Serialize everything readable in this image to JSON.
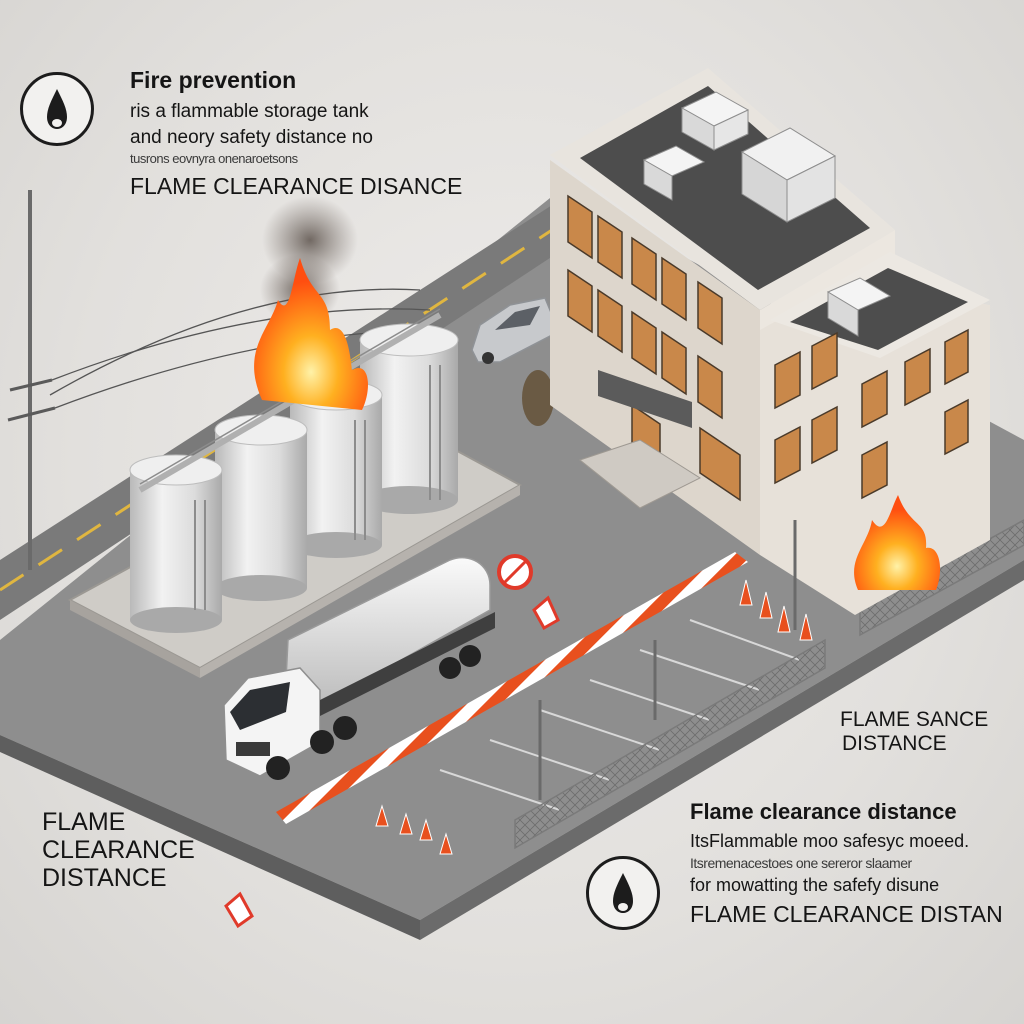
{
  "top_left": {
    "title": "Fire prevention",
    "line1": "ris a flammable storage tank",
    "line2": "and neory safety distance no",
    "line3": "tusrons eovnyra onenaroetsons",
    "heading": "FLAME CLEARANCE DISANCE",
    "badge_icon": "flame-icon"
  },
  "mid_right": {
    "line1": "FLAME SANCE",
    "line2": "DISTANCE"
  },
  "bottom_left": {
    "line1": "FLAME",
    "line2": "CLEARANCE",
    "line3": "DISTANCE"
  },
  "bottom_right": {
    "title": "Flame clearance distance",
    "line1": "ItsFlammable moo safesyc moeed.",
    "line2": "Itsremenacestoes one sereror slaamer",
    "line3": "for mowatting the safefy disune",
    "heading": "FLAME CLEARANCE DISTAN",
    "badge_icon": "flame-icon"
  },
  "colors": {
    "asphalt": "#8a8a8a",
    "tank": "#e6e6e6",
    "building": "#e7e2db",
    "fire": "#ff7a1a",
    "barrier": "#e8501e",
    "window": "#c9884a"
  }
}
